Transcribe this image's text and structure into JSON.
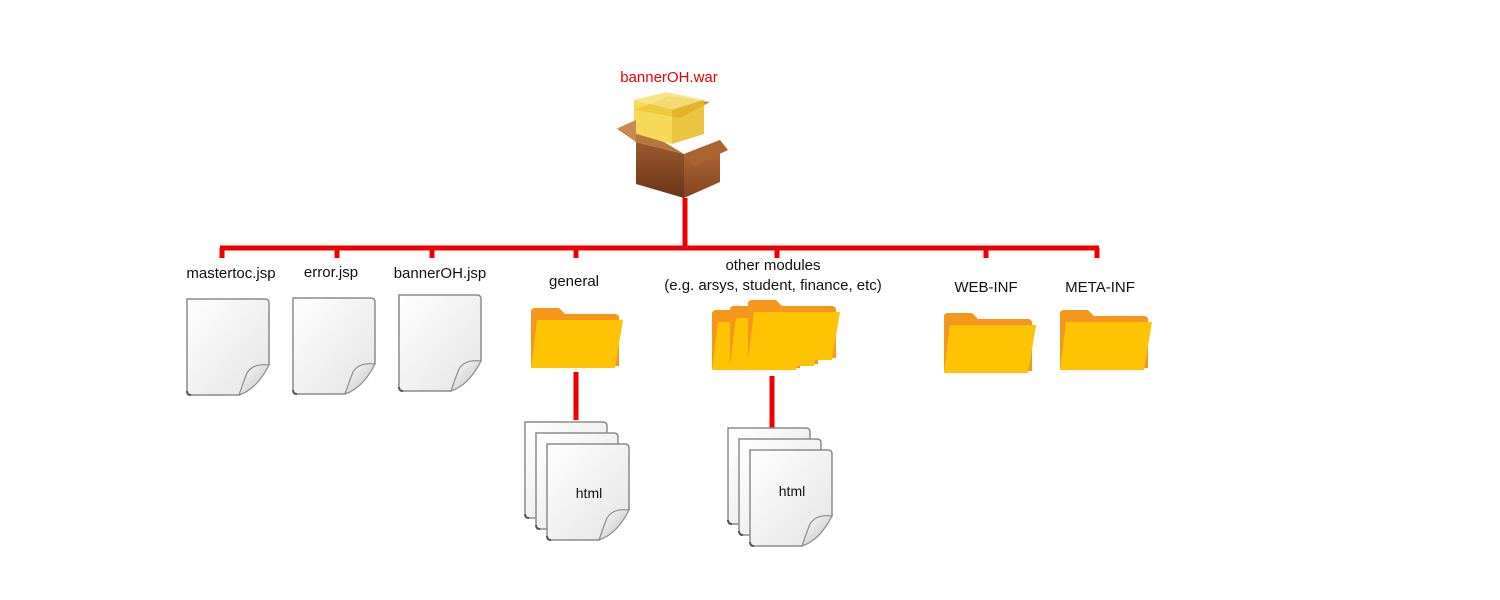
{
  "colors": {
    "connector": "#ee0000",
    "root_label": "#ee0000",
    "folder_front": "#fec302",
    "folder_back": "#f7961c",
    "page_fill": "#f2f2f2",
    "page_border": "#7a7a7a",
    "box_brown": "#8a4a26",
    "box_highlight": "#f5d23a"
  },
  "root": {
    "label": "bannerOH.war",
    "icon": "package-box-icon"
  },
  "children": [
    {
      "label": "mastertoc.jsp",
      "kind": "file",
      "icon": "document-icon"
    },
    {
      "label": "error.jsp",
      "kind": "file",
      "icon": "document-icon"
    },
    {
      "label": "bannerOH.jsp",
      "kind": "file",
      "icon": "document-icon"
    },
    {
      "label": "general",
      "kind": "folder",
      "icon": "folder-icon",
      "contents": {
        "label": "html",
        "icon": "document-stack-icon"
      }
    },
    {
      "label_line1": "other modules",
      "label_line2": "(e.g. arsys, student, finance, etc)",
      "kind": "folder-stack",
      "icon": "folder-stack-icon",
      "contents": {
        "label": "html",
        "icon": "document-stack-icon"
      }
    },
    {
      "label": "WEB-INF",
      "kind": "folder",
      "icon": "folder-icon"
    },
    {
      "label": "META-INF",
      "kind": "folder",
      "icon": "folder-icon"
    }
  ]
}
